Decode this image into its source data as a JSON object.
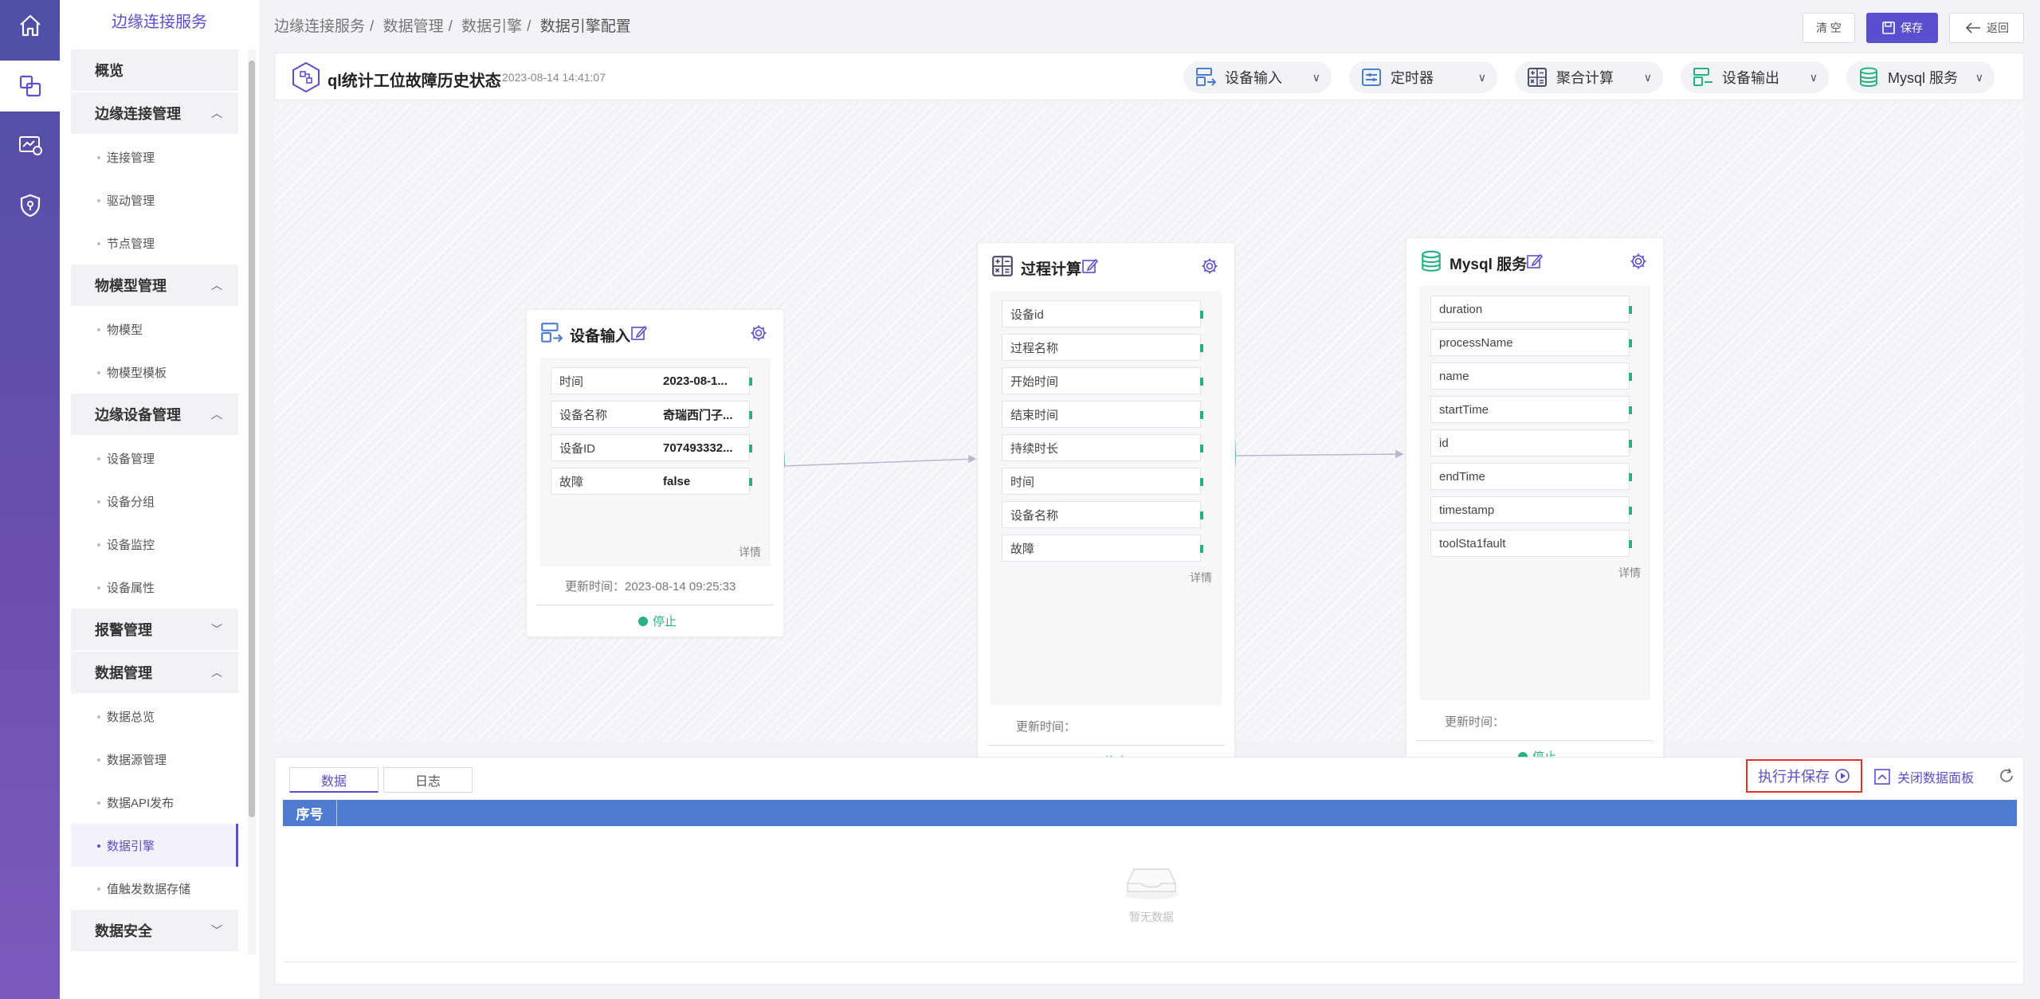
{
  "rail": {
    "items": [
      "home-icon",
      "connection-icon",
      "monitor-icon",
      "security-icon"
    ]
  },
  "sidebar": {
    "title": "边缘连接服务",
    "overview": "概览",
    "groups": [
      {
        "label": "边缘连接管理",
        "items": [
          "连接管理",
          "驱动管理",
          "节点管理"
        ]
      },
      {
        "label": "物模型管理",
        "items": [
          "物模型",
          "物模型模板"
        ]
      },
      {
        "label": "边缘设备管理",
        "items": [
          "设备管理",
          "设备分组",
          "设备监控",
          "设备属性"
        ]
      },
      {
        "label": "报警管理",
        "items": []
      },
      {
        "label": "数据管理",
        "items": [
          "数据总览",
          "数据源管理",
          "数据API发布",
          "数据引擎",
          "值触发数据存储"
        ]
      },
      {
        "label": "数据安全",
        "items": []
      }
    ],
    "active_item": "数据引擎"
  },
  "breadcrumb": [
    "边缘连接服务",
    "数据管理",
    "数据引擎",
    "数据引擎配置"
  ],
  "toolbar": {
    "clear": "清 空",
    "save": "保存",
    "back": "返回"
  },
  "flow": {
    "title": "ql统计工位故障历史状态",
    "date": "2023-08-14 14:41:07"
  },
  "dropdowns": [
    "设备输入",
    "定时器",
    "聚合计算",
    "设备输出",
    "Mysql 服务"
  ],
  "nodes": {
    "input": {
      "title": "设备输入",
      "fields": [
        {
          "k": "时间",
          "v": "2023-08-1..."
        },
        {
          "k": "设备名称",
          "v": "奇瑞西门子..."
        },
        {
          "k": "设备ID",
          "v": "707493332..."
        },
        {
          "k": "故障",
          "v": "false"
        }
      ],
      "detail": "详情",
      "updated": "更新时间：2023-08-14 09:25:33",
      "status": "停止"
    },
    "process": {
      "title": "过程计算",
      "fields": [
        "设备id",
        "过程名称",
        "开始时间",
        "结束时间",
        "持续时长",
        "时间",
        "设备名称",
        "故障"
      ],
      "detail": "详情",
      "updated": "更新时间：",
      "status": "停止"
    },
    "mysql": {
      "title": "Mysql 服务",
      "fields": [
        "duration",
        "processName",
        "name",
        "startTime",
        "id",
        "endTime",
        "timestamp",
        "toolSta1fault"
      ],
      "detail": "详情",
      "updated": "更新时间：",
      "status": "停止"
    }
  },
  "panel": {
    "tabs": [
      "数据",
      "日志"
    ],
    "exec": "执行并保存",
    "close": "关闭数据面板",
    "col_index": "序号",
    "empty": "暂无数据"
  },
  "colors": {
    "accent": "#5a4fcf",
    "table_header": "#4f7cd1",
    "status": "#27b080"
  }
}
